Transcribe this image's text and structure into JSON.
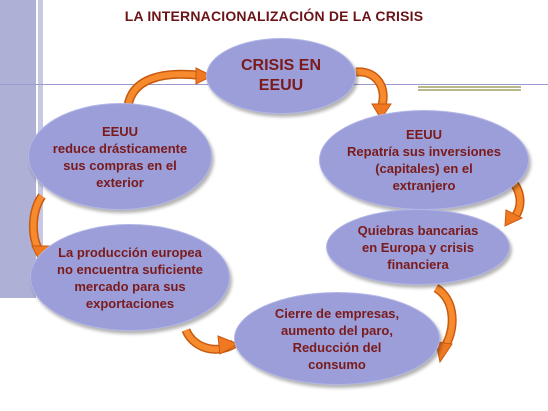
{
  "title": "LA INTERNACIONALIZACIÓN DE LA CRISIS",
  "colors": {
    "title": "#6b1418",
    "node_fill": "#9b9ed9",
    "node_text": "#7a1a1a",
    "arrow": "#f07820",
    "sidebar": "#aeb0d6"
  },
  "nodes": [
    {
      "lines": [
        "CRISIS EN",
        "EEUU"
      ]
    },
    {
      "lines": [
        "EEUU",
        "Repatría sus inversiones",
        "(capitales) en el",
        "extranjero"
      ]
    },
    {
      "lines": [
        "Quiebras bancarias",
        "en Europa y crisis",
        "financiera"
      ]
    },
    {
      "lines": [
        "Cierre de empresas,",
        "aumento del paro,",
        "Reducción del",
        "consumo"
      ]
    },
    {
      "lines": [
        "La producción europea",
        "no encuentra suficiente",
        "mercado para sus",
        "exportaciones"
      ]
    },
    {
      "lines": [
        "EEUU",
        "reduce drásticamente",
        "sus compras en el",
        "exterior"
      ]
    }
  ]
}
